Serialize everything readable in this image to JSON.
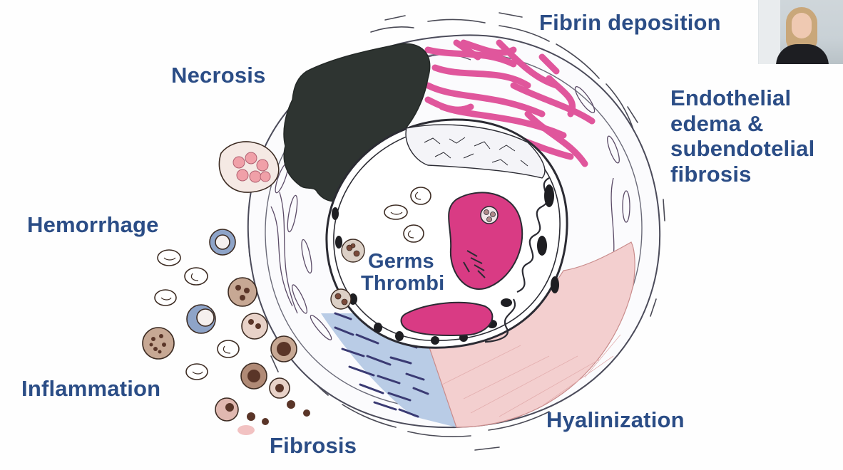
{
  "labels": {
    "fibrin_deposition": "Fibrin deposition",
    "necrosis": "Necrosis",
    "endothelial": [
      "Endothelial",
      "edema &",
      "subendotelial",
      "fibrosis"
    ],
    "hemorrhage": "Hemorrhage",
    "germs": "Germs",
    "thrombi": "Thrombi",
    "inflammation": "Inflammation",
    "fibrosis": "Fibrosis",
    "hyalinization": "Hyalinization"
  },
  "colors": {
    "label_text": "#2b4d86",
    "necrosis": "#2e3431",
    "fibrin": "#e0569c",
    "thrombus": "#d93b84",
    "hyaline": "#f3cfcf",
    "fibrosis_blue": "#b9cce6",
    "fibrosis_lines": "#3a3a73",
    "outline": "#3c2b22"
  }
}
